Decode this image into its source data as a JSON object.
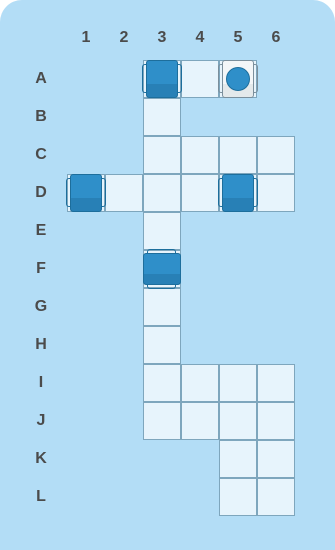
{
  "columns": [
    "1",
    "2",
    "3",
    "4",
    "5",
    "6"
  ],
  "rows": [
    "A",
    "B",
    "C",
    "D",
    "E",
    "F",
    "G",
    "H",
    "I",
    "J",
    "K",
    "L"
  ],
  "open_cells": [
    "A3",
    "A4",
    "A5",
    "B3",
    "C3",
    "C4",
    "C5",
    "C6",
    "D1",
    "D2",
    "D3",
    "D4",
    "D5",
    "D6",
    "E3",
    "F3",
    "G3",
    "H3",
    "I3",
    "I4",
    "I5",
    "I6",
    "J3",
    "J4",
    "J5",
    "J6",
    "K5",
    "K6",
    "L5",
    "L6"
  ],
  "pieces": [
    {
      "id": "piece-a3",
      "cell": "A3",
      "orientation": "vertical",
      "type": "block",
      "color": "#2f8fc9"
    },
    {
      "id": "piece-a5",
      "cell": "A5",
      "orientation": "vertical",
      "type": "target",
      "color": "#f3f6f8",
      "marker_color": "#2f8fc9"
    },
    {
      "id": "piece-d1",
      "cell": "D1",
      "orientation": "vertical",
      "type": "block",
      "color": "#2f8fc9"
    },
    {
      "id": "piece-d5",
      "cell": "D5",
      "orientation": "vertical",
      "type": "block",
      "color": "#2f8fc9"
    },
    {
      "id": "piece-f3",
      "cell": "F3",
      "orientation": "horizontal",
      "type": "block",
      "color": "#2f8fc9"
    }
  ],
  "colors": {
    "board_background": "#b3ddf6",
    "cell_fill": "#e7f4fc",
    "cell_border": "#7ea6bd",
    "label_text": "#4b4b4b"
  }
}
